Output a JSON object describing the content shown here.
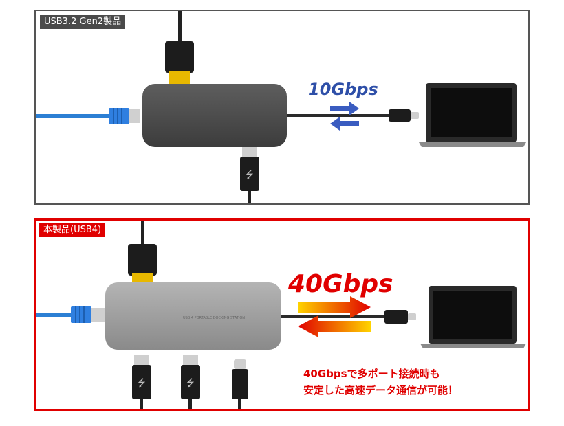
{
  "top_panel": {
    "tag": "USB3.2 Gen2製品",
    "speed": "10Gbps",
    "colors": {
      "border": "#555555",
      "tag_bg": "#4a4a4a",
      "speed": "#2e4fa8",
      "arrows": "#3a5cc0",
      "hub": "#505050"
    }
  },
  "bottom_panel": {
    "tag": "本製品(USB4)",
    "speed": "40Gbps",
    "hub_label": "USB 4 PORTABLE DOCKING STATION",
    "note_line1": "40Gbpsで多ポート接続時も",
    "note_line2": "安定した高速データ通信が可能！",
    "colors": {
      "border": "#e00000",
      "tag_bg": "#e00000",
      "speed": "#e00000",
      "arrow_start": "#ffd400",
      "arrow_end": "#e00000",
      "hub": "#9a9a9a"
    }
  },
  "icons": [
    "hdmi-connector-icon",
    "lan-cable-icon",
    "usb-a-connector-icon",
    "usb-c-connector-icon",
    "laptop-icon",
    "usb-trident-icon"
  ]
}
